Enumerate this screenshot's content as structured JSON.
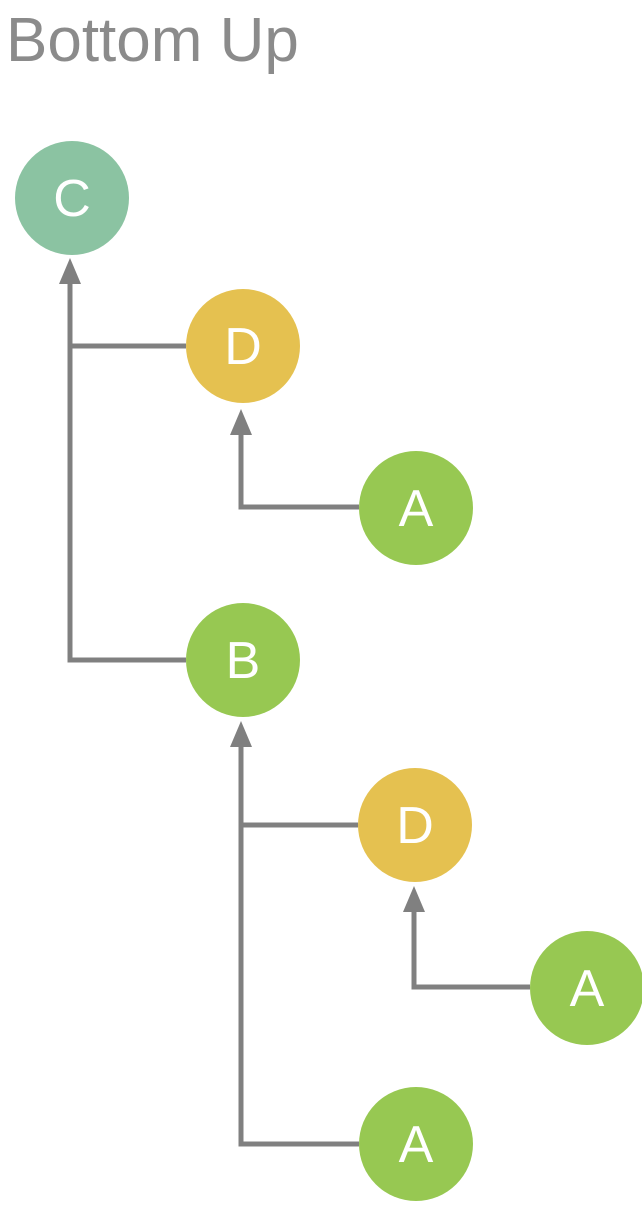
{
  "title": "Bottom Up",
  "colors": {
    "teal": "#8bc3a2",
    "yellow": "#e5c150",
    "green": "#97c852",
    "line": "#808080",
    "title_text": "#8b8b8b",
    "node_label": "#ffffff",
    "background": "#ffffff"
  },
  "diagram": {
    "nodes": [
      {
        "id": "c",
        "label": "C",
        "color": "teal"
      },
      {
        "id": "d1",
        "label": "D",
        "color": "yellow"
      },
      {
        "id": "a1",
        "label": "A",
        "color": "green"
      },
      {
        "id": "b",
        "label": "B",
        "color": "green"
      },
      {
        "id": "d2",
        "label": "D",
        "color": "yellow"
      },
      {
        "id": "a2",
        "label": "A",
        "color": "green"
      },
      {
        "id": "a3",
        "label": "A",
        "color": "green"
      }
    ],
    "edges": [
      {
        "from": "d1",
        "to": "c"
      },
      {
        "from": "b",
        "to": "c"
      },
      {
        "from": "a1",
        "to": "d1"
      },
      {
        "from": "d2",
        "to": "b"
      },
      {
        "from": "a3",
        "to": "b"
      },
      {
        "from": "a2",
        "to": "d2"
      }
    ]
  }
}
